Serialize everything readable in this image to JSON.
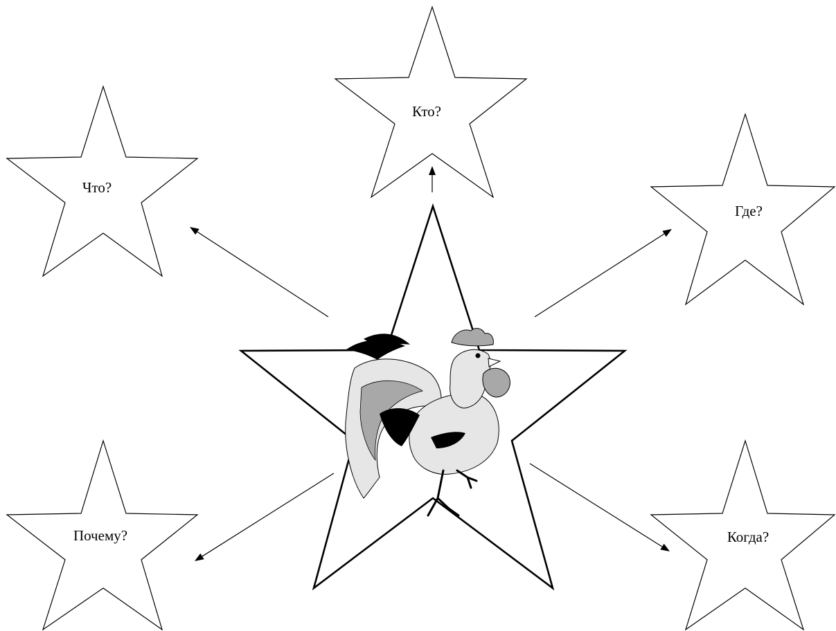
{
  "center": {
    "icon": "rooster-icon"
  },
  "questions": [
    {
      "label": "Что?"
    },
    {
      "label": "Кто?"
    },
    {
      "label": "Где?"
    },
    {
      "label": "Почему?"
    },
    {
      "label": "Когда?"
    }
  ],
  "colors": {
    "line": "#000000",
    "background": "#ffffff",
    "rooster_light": "#e6e6e6",
    "rooster_mid": "#a8a8a8",
    "rooster_dark": "#000000"
  }
}
